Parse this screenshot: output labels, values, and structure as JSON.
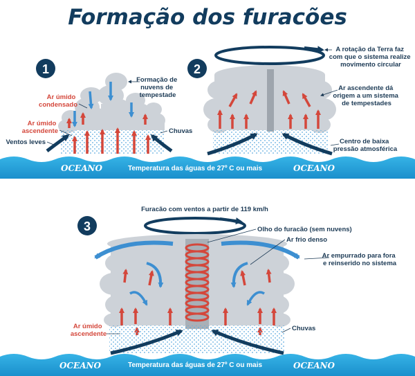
{
  "title": "Formação dos furacões",
  "colors": {
    "navy": "#123c5e",
    "ocean": "#1f9ed8",
    "red": "#d4473b",
    "blue_arrow": "#3d8fd1",
    "cloud": "#cdd2d8",
    "rain": "#5aa9df"
  },
  "stage1": {
    "number": "1",
    "labels": {
      "humid_condensed": [
        "Ar úmido",
        "condensado"
      ],
      "humid_rising": [
        "Ar úmido",
        "ascendente"
      ],
      "light_winds": "Ventos leves",
      "storm_clouds": [
        "Formação de",
        "nuvens de",
        "tempestade"
      ],
      "rain": "Chuvas"
    }
  },
  "stage2": {
    "number": "2",
    "labels": {
      "earth_rotation": [
        "A rotação da Terra faz",
        "com que o sistema realize",
        "movimento circular"
      ],
      "rising_air": [
        "Ar ascendente dá",
        "origem a um sistema",
        "de tempestades"
      ],
      "low_pressure": [
        "Centro de baixa",
        "pressão atmosférica"
      ]
    }
  },
  "stage3": {
    "number": "3",
    "labels": {
      "winds_speed": "Furacão com ventos a partir de 119 km/h",
      "eye": "Olho do furacão (sem nuvens)",
      "cold_air": "Ar frio denso",
      "pushed_air": [
        "Ar empurrado para fora",
        "e reinserido no sistema"
      ],
      "humid_rising": [
        "Ar úmido",
        "ascendente"
      ],
      "rain": "Chuvas"
    }
  },
  "ocean": {
    "label": "OCEANO",
    "temperature": "Temperatura das águas de 27º C ou mais"
  }
}
